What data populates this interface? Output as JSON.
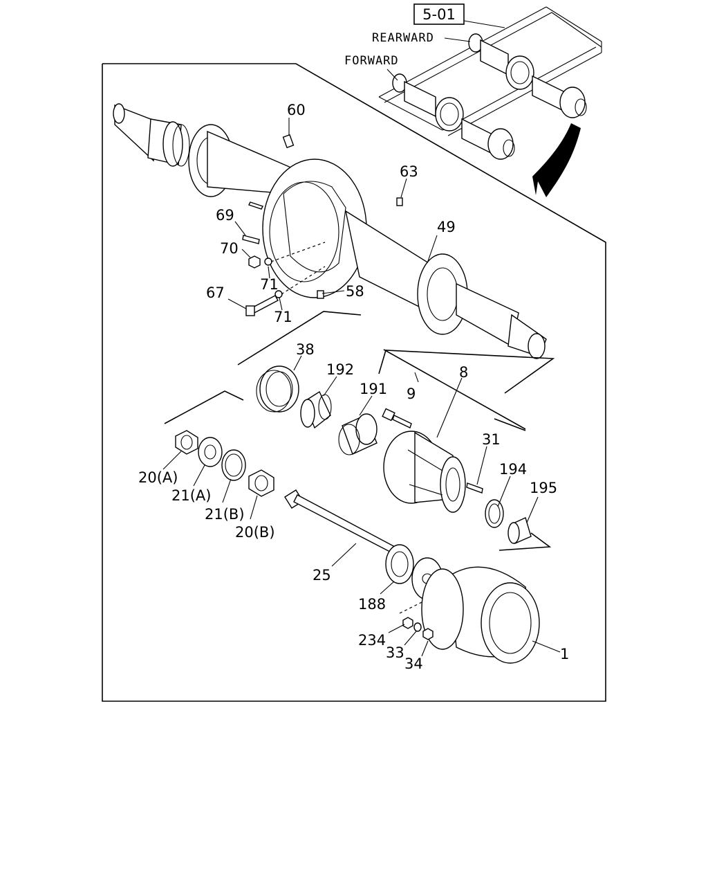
{
  "diagram": {
    "section_ref": "5-01",
    "directions": {
      "rearward": "REARWARD",
      "forward": "FORWARD"
    },
    "callouts": [
      {
        "id": "c60",
        "text": "60"
      },
      {
        "id": "c63",
        "text": "63"
      },
      {
        "id": "c49",
        "text": "49"
      },
      {
        "id": "c69",
        "text": "69"
      },
      {
        "id": "c70",
        "text": "70"
      },
      {
        "id": "c71a",
        "text": "71"
      },
      {
        "id": "c67",
        "text": "67"
      },
      {
        "id": "c71b",
        "text": "71"
      },
      {
        "id": "c58",
        "text": "58"
      },
      {
        "id": "c38",
        "text": "38"
      },
      {
        "id": "c192",
        "text": "192"
      },
      {
        "id": "c191",
        "text": "191"
      },
      {
        "id": "c9",
        "text": "9"
      },
      {
        "id": "c8",
        "text": "8"
      },
      {
        "id": "c31",
        "text": "31"
      },
      {
        "id": "c194",
        "text": "194"
      },
      {
        "id": "c195",
        "text": "195"
      },
      {
        "id": "c20a",
        "text": "20(A)"
      },
      {
        "id": "c21a",
        "text": "21(A)"
      },
      {
        "id": "c21b",
        "text": "21(B)"
      },
      {
        "id": "c20b",
        "text": "20(B)"
      },
      {
        "id": "c25",
        "text": "25"
      },
      {
        "id": "c188",
        "text": "188"
      },
      {
        "id": "c234",
        "text": "234"
      },
      {
        "id": "c33",
        "text": "33"
      },
      {
        "id": "c34",
        "text": "34"
      },
      {
        "id": "c1",
        "text": "1"
      }
    ]
  }
}
